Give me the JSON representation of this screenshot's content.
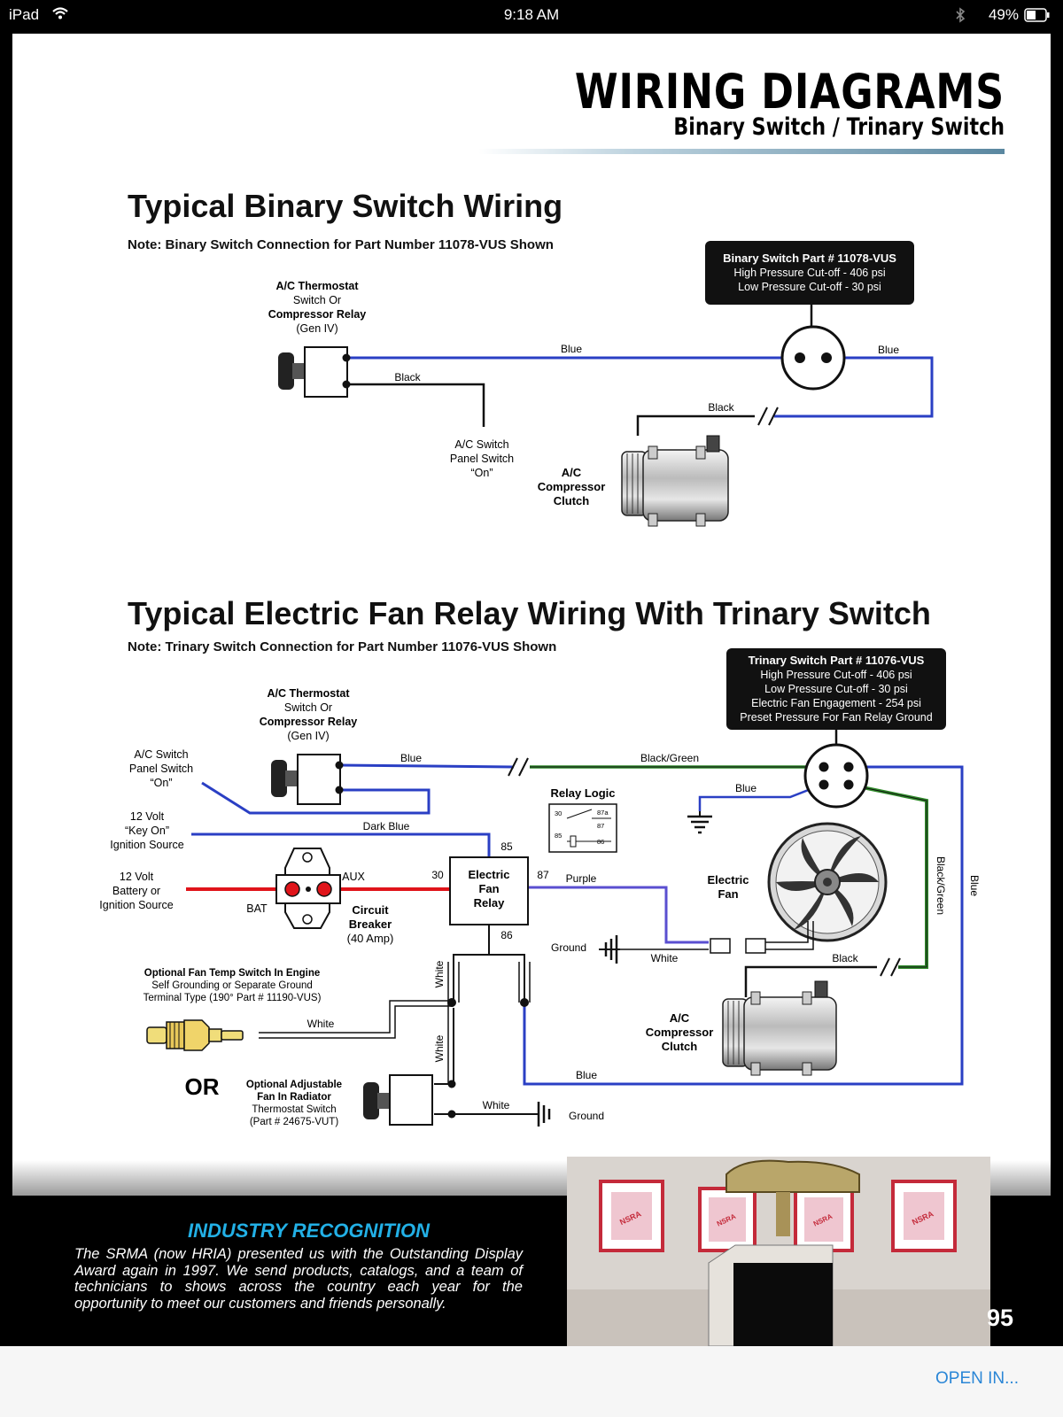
{
  "status_bar": {
    "device": "iPad",
    "time": "9:18 AM",
    "battery": "49%"
  },
  "header": {
    "title": "WIRING DIAGRAMS",
    "subtitle": "Binary Switch / Trinary Switch"
  },
  "section1": {
    "title": "Typical Binary Switch Wiring",
    "note": "Note:  Binary Switch Connection for Part Number 11078-VUS Shown",
    "spec": [
      "Binary Switch  Part # 11078-VUS",
      "High Pressure Cut-off - 406 psi",
      "Low Pressure Cut-off - 30 psi"
    ],
    "thermostat": [
      "A/C Thermostat",
      "Switch Or",
      "Compressor Relay",
      "(Gen IV)"
    ],
    "panel": [
      "A/C Switch",
      "Panel Switch",
      "“On”"
    ],
    "clutch": [
      "A/C",
      "Compressor",
      "Clutch"
    ],
    "wire_blue": "Blue",
    "wire_blue2": "Blue",
    "wire_black": "Black",
    "wire_black2": "Black"
  },
  "section2": {
    "title": "Typical Electric Fan Relay Wiring With Trinary Switch",
    "note": "Note:  Trinary Switch Connection for Part Number 11076-VUS Shown",
    "spec": [
      "Trinary Switch  Part # 11076-VUS",
      "High Pressure Cut-off - 406 psi",
      "Low Pressure Cut-off - 30 psi",
      "Electric Fan Engagement - 254 psi",
      "Preset Pressure For Fan Relay Ground"
    ],
    "thermostat": [
      "A/C Thermostat",
      "Switch Or",
      "Compressor Relay",
      "(Gen IV)"
    ],
    "panel": [
      "A/C Switch",
      "Panel Switch",
      "“On”"
    ],
    "key_on": [
      "12 Volt",
      "“Key On”",
      "Ignition Source"
    ],
    "battery": [
      "12 Volt",
      "Battery or",
      "Ignition Source"
    ],
    "breaker": [
      "Circuit",
      "Breaker",
      "(40 Amp)"
    ],
    "relay": [
      "Electric",
      "Fan",
      "Relay"
    ],
    "relay_logic": "Relay Logic",
    "relay_pins": [
      "30",
      "87a",
      "87",
      "85",
      "86"
    ],
    "pin85": "85",
    "pin30": "30",
    "pin87": "87",
    "pin86": "86",
    "aux": "AUX",
    "bat": "BAT",
    "fan": [
      "Electric",
      "Fan"
    ],
    "clutch": [
      "A/C",
      "Compressor",
      "Clutch"
    ],
    "temp_switch": [
      "Optional Fan Temp Switch In Engine",
      "Self Grounding or Separate Ground",
      "Terminal Type (190° Part # 11190-VUS)"
    ],
    "or": "OR",
    "radiator_switch": [
      "Optional Adjustable",
      "Fan In Radiator",
      "Thermostat Switch",
      "(Part # 24675-VUT)"
    ],
    "wires": {
      "blue_top": "Blue",
      "black_green": "Black/Green",
      "blue_ground": "Blue",
      "dark_blue": "Dark Blue",
      "purple": "Purple",
      "white_fan": "White",
      "ground_fan": "Ground",
      "black_clutch": "Black",
      "black_green_v": "Black/Green",
      "blue_v": "Blue",
      "blue_bottom": "Blue",
      "white_v1": "White",
      "white_v2": "White",
      "white_temp": "White",
      "white_rad": "White",
      "ground_rad": "Ground"
    }
  },
  "bottom": {
    "title": "INDUSTRY RECOGNITION",
    "text": "The SRMA (now HRIA) presented us with the Outstanding Display Award again in 1997. We send products, catalogs, and a team of technicians to shows across the country each year  for the opportunity to meet our customers and friends personally.",
    "frame_label": "NSRA",
    "page_number": "95"
  },
  "footer": {
    "open_in": "OPEN IN..."
  },
  "colors": {
    "blue_wire": "#2a3fc4",
    "green_wire": "#2f8a2a",
    "red_wire": "#e0141a",
    "purple_wire": "#5a4fd0",
    "accent": "#22b0e6"
  }
}
